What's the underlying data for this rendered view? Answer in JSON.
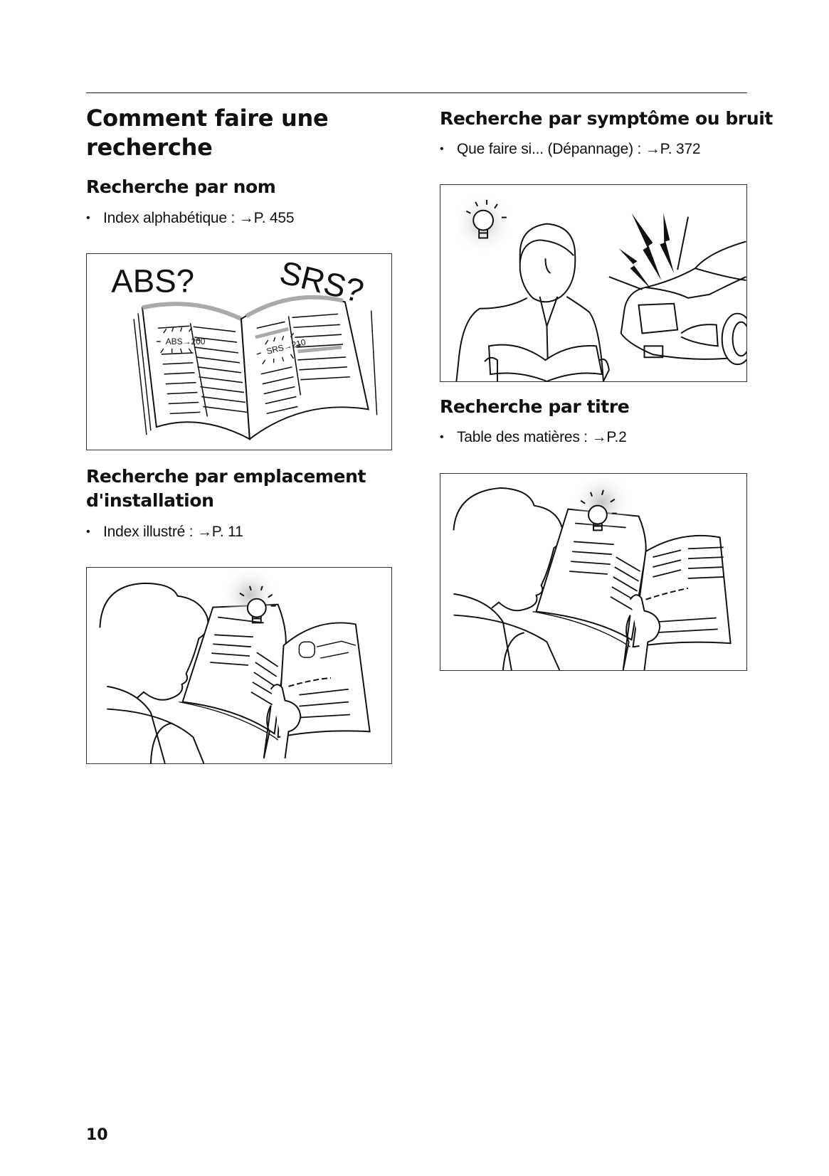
{
  "page": {
    "number": "10"
  },
  "left_column": {
    "title": "Comment faire une recherche",
    "title_line1": "Comment faire une",
    "title_line2": "recherche",
    "sections": [
      {
        "heading": "Recherche par nom",
        "bullet": "Index alphabétique : →P. 455",
        "illustration": {
          "icon": "open-book-abs-srs-illustration",
          "labels": [
            "ABS?",
            "SRS?",
            "ABS→200",
            "SRS→210"
          ]
        }
      },
      {
        "heading_line1": "Recherche par emplacement",
        "heading_line2": "d'installation",
        "bullet": "Index illustré : →P. 11",
        "illustration": {
          "icon": "person-reading-illustrated-index-illustration"
        }
      }
    ]
  },
  "right_column": {
    "sections": [
      {
        "heading": "Recherche par symptôme ou bruit",
        "bullet": "Que faire si... (Dépannage) : →P. 372",
        "illustration": {
          "icon": "man-reading-manual-near-noisy-car-illustration"
        }
      },
      {
        "heading": "Recherche par titre",
        "bullet": "Table des matières : →P.2",
        "illustration": {
          "icon": "person-reading-table-of-contents-illustration"
        }
      }
    ]
  },
  "colors": {
    "text": "#111111",
    "rule": "#222222",
    "frame_border": "#333333",
    "highlight_gray": "#aaaaaa"
  }
}
